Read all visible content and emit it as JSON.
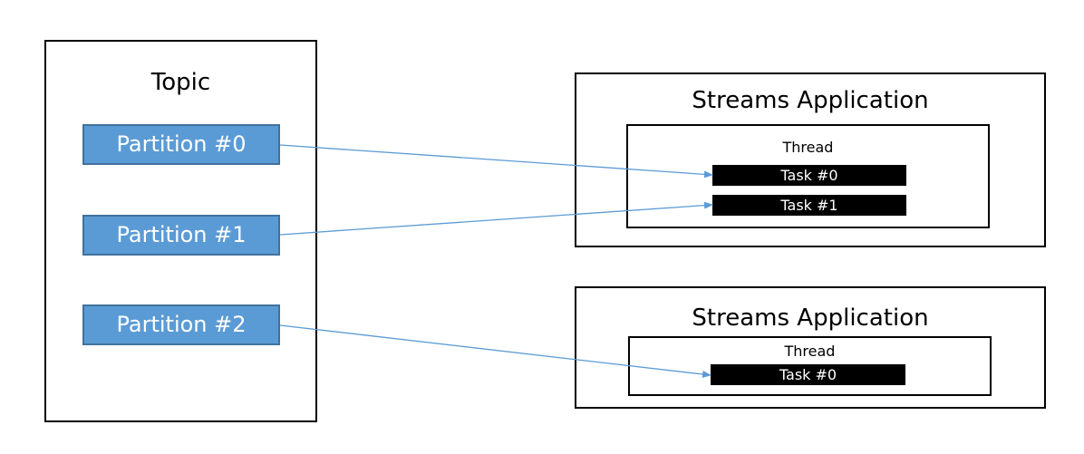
{
  "topic": {
    "title": "Topic",
    "partitions": [
      {
        "label": "Partition #0"
      },
      {
        "label": "Partition #1"
      },
      {
        "label": "Partition #2"
      }
    ]
  },
  "apps": [
    {
      "title": "Streams Application",
      "thread": {
        "title": "Thread",
        "tasks": [
          {
            "label": "Task #0"
          },
          {
            "label": "Task #1"
          }
        ]
      }
    },
    {
      "title": "Streams Application",
      "thread": {
        "title": "Thread",
        "tasks": [
          {
            "label": "Task #0"
          }
        ]
      }
    }
  ],
  "connections": [
    {
      "from": "Partition #0",
      "to": "Streams Application 1 / Task #0"
    },
    {
      "from": "Partition #1",
      "to": "Streams Application 1 / Task #1"
    },
    {
      "from": "Partition #2",
      "to": "Streams Application 2 / Task #0"
    }
  ],
  "colors": {
    "partition_fill": "#5b9bd5",
    "partition_border": "#41719c",
    "task_fill": "#000000",
    "arrow": "#5b9bd5",
    "box_border": "#000000"
  }
}
